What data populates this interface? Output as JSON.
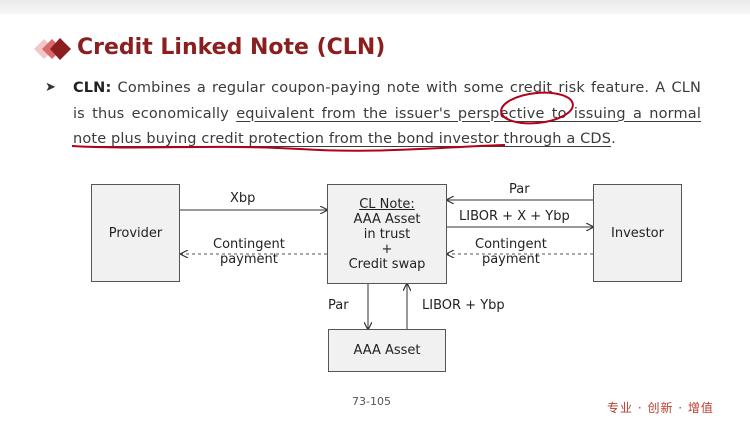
{
  "slide": {
    "title": "Credit Linked Note (CLN)",
    "bullet": {
      "term": "CLN:",
      "text_1": " Combines a regular coupon-paying note with some credit risk feature. A CLN is thus economically ",
      "underlined": "equivalent from the issuer's perspective to issuing a normal note plus buying credit protection from the bond investor through a CDS",
      "text_2": "."
    }
  },
  "diagram": {
    "provider": "Provider",
    "investor": "Investor",
    "clnote": {
      "line1": "CL Note:",
      "line2": "AAA Asset",
      "line3": "in trust",
      "line4": "+",
      "line5": "Credit swap"
    },
    "aaa_asset": "AAA Asset",
    "xbp": "Xbp",
    "contingent_left_1": "Contingent",
    "contingent_left_2": "payment",
    "par_top": "Par",
    "libor_xy": "LIBOR + X + Ybp",
    "contingent_right_1": "Contingent",
    "contingent_right_2": "payment",
    "par_bottom": "Par",
    "libor_y": "LIBOR + Ybp"
  },
  "footer": {
    "page": "73-105",
    "brand": "专业 · 创新 · 增值"
  },
  "colors": {
    "title": "#8b1e1e",
    "accent": "#c0392b",
    "box_fill": "#f1f1f1",
    "annotation": "#b3001b"
  }
}
